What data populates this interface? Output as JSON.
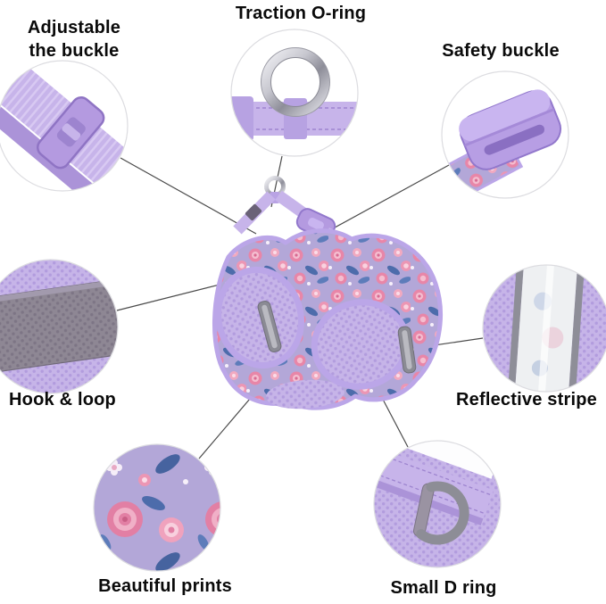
{
  "callouts": {
    "adjustable": {
      "label_line1": "Adjustable",
      "label_line2": "the buckle"
    },
    "traction": {
      "label": "Traction O-ring"
    },
    "safety": {
      "label": "Safety buckle"
    },
    "hook": {
      "label": "Hook & loop"
    },
    "reflective": {
      "label": "Reflective stripe"
    },
    "prints": {
      "label": "Beautiful prints"
    },
    "dring": {
      "label": "Small D ring"
    }
  },
  "colors": {
    "background": "#ffffff",
    "text": "#0a0a0a",
    "strap_lavender": "#c7b4ea",
    "buckle_purple": "#b49ae0",
    "trim_purple": "#bba6e8",
    "mesh_lavender": "#c6b4e8",
    "mesh_gray": "#8e8794",
    "floral_base": "#b3a7d8",
    "floral_pink": "#e886a8",
    "floral_blue": "#4d6cab",
    "metal_gray": "#9a9aa4",
    "connector_line": "#4a4a4a"
  }
}
